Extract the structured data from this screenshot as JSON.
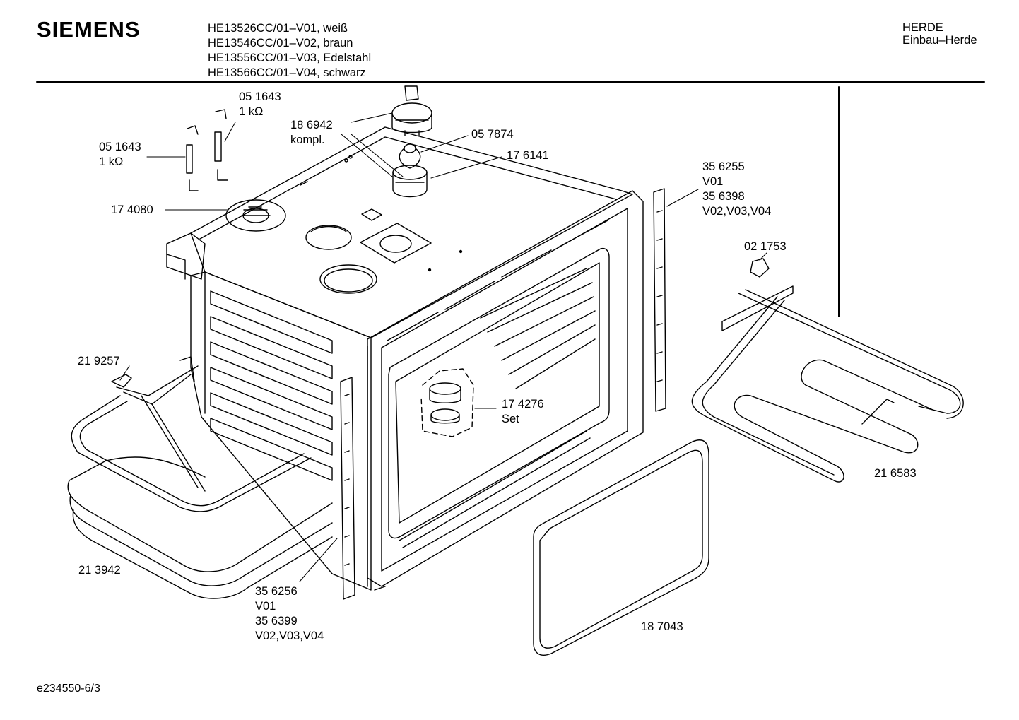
{
  "header": {
    "brand": "SIEMENS",
    "models": [
      "HE13526CC/01–V01, weiß",
      "HE13546CC/01–V02, braun",
      "HE13556CC/01–V03, Edelstahl",
      "HE13566CC/01–V04, schwarz"
    ],
    "category": [
      "HERDE",
      "Einbau–Herde"
    ]
  },
  "callouts": {
    "p051643_top": [
      "05 1643",
      "1 kΩ"
    ],
    "p051643_left": [
      "05 1643",
      "1 kΩ"
    ],
    "p186942": [
      "18 6942",
      "kompl."
    ],
    "p057874": [
      "05 7874"
    ],
    "p176141": [
      "17 6141"
    ],
    "p174080": [
      "17 4080"
    ],
    "p356255": [
      "35 6255",
      "V01",
      "35 6398",
      "V02,V03,V04"
    ],
    "p021753": [
      "02 1753"
    ],
    "p219257": [
      "21 9257"
    ],
    "p174276": [
      "17 4276",
      "Set"
    ],
    "p216583": [
      "21 6583"
    ],
    "p213942": [
      "21 3942"
    ],
    "p356256": [
      "35 6256",
      "V01",
      "35 6399",
      "V02,V03,V04"
    ],
    "p187043": [
      "18 7043"
    ]
  },
  "footer": {
    "drawing_id": "e234550-6/3"
  }
}
